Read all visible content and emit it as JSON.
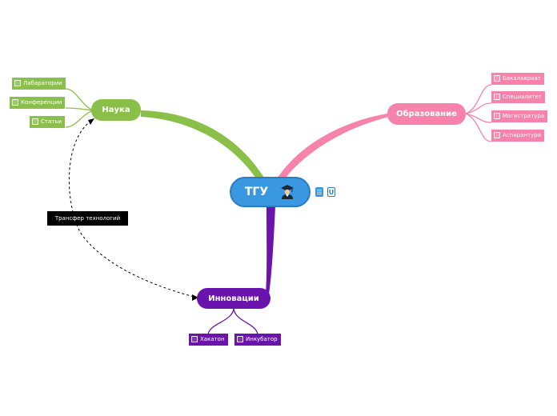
{
  "colors": {
    "root": "#3a98e0",
    "nauka": "#8ac04a",
    "obrazovanie": "#f783aa",
    "innovacii": "#6a13ad",
    "relation": "#000000"
  },
  "root": {
    "label": "ТГУ",
    "icon": "graduate-icon",
    "badges": [
      "list-icon",
      "university-shield-icon"
    ]
  },
  "branches": {
    "nauka": {
      "label": "Наука",
      "items": [
        "Лабаратории",
        "Конференции",
        "Статьи"
      ]
    },
    "obrazovanie": {
      "label": "Образование",
      "items": [
        "Бакалавриат",
        "Специалитет",
        "Магистратура",
        "Аспирантура"
      ]
    },
    "innovacii": {
      "label": "Инновации",
      "items": [
        "Хакатон",
        "Инкубатор"
      ]
    }
  },
  "relation": {
    "label": "Трансфер технологий"
  }
}
